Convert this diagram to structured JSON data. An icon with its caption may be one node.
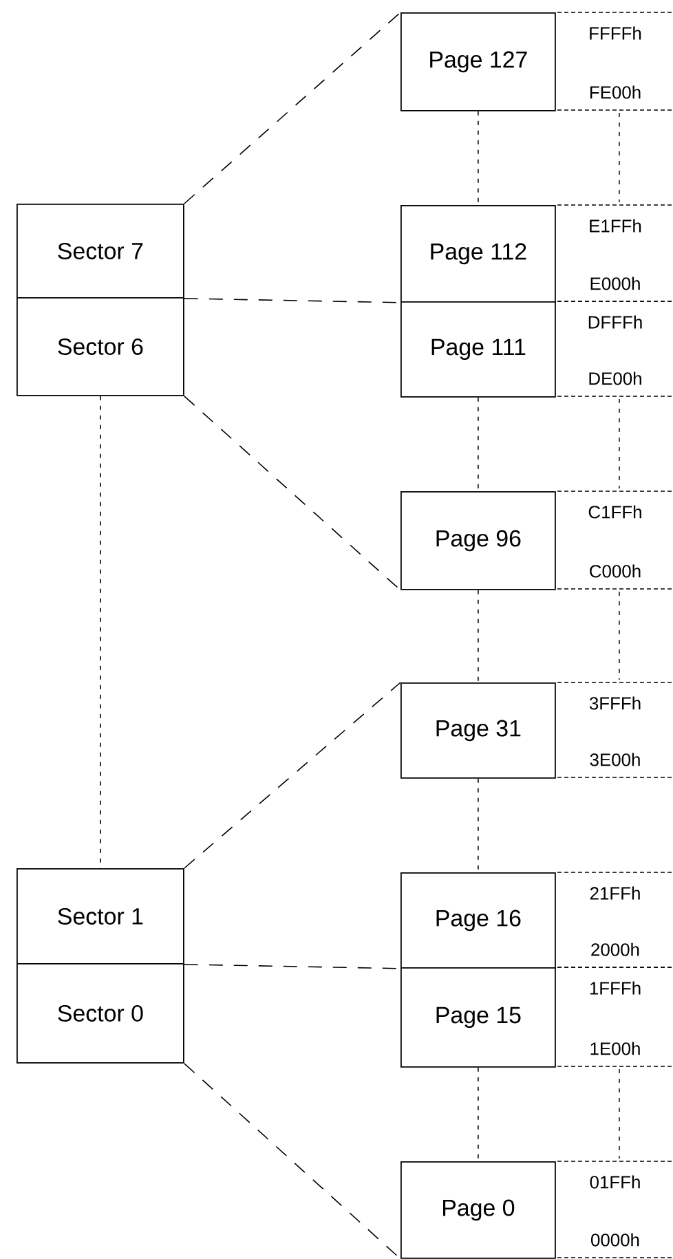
{
  "diagram": {
    "nodes": [
      {
        "text": [
          "Sector 7"
        ]
      },
      {
        "text": [
          "Sector 6"
        ]
      },
      {
        "text": [
          "Sector 1"
        ]
      },
      {
        "text": [
          "Sector 0"
        ]
      },
      {
        "text": [
          "Page 127"
        ],
        "beside": [
          "FFFFh",
          "FE00h"
        ]
      },
      {
        "text": [
          "Page 112"
        ],
        "beside": [
          "E1FFh",
          "E000h"
        ]
      },
      {
        "text": [
          "Page 111"
        ],
        "beside": [
          "DFFFh",
          "DE00h"
        ]
      },
      {
        "text": [
          "Page 96"
        ],
        "beside": [
          "C1FFh",
          "C000h"
        ]
      },
      {
        "text": [
          "Page 31"
        ],
        "beside": [
          "3FFFh",
          "3E00h"
        ]
      },
      {
        "text": [
          "Page 16"
        ],
        "beside": [
          "21FFh",
          "2000h"
        ]
      },
      {
        "text": [
          "Page 15"
        ],
        "beside": [
          "1FFFh",
          "1E00h"
        ]
      },
      {
        "text": [
          "Page 0"
        ],
        "beside": [
          "01FFh",
          "0000h"
        ]
      }
    ],
    "edges": [
      {
        "from": 0,
        "to": 4,
        "arrow": "none",
        "style": "dashed"
      },
      {
        "from": 0,
        "to": 5,
        "arrow": "none",
        "style": "dashed"
      },
      {
        "from": 1,
        "to": 7,
        "arrow": "none",
        "style": "dashed"
      },
      {
        "from": 2,
        "to": 8,
        "arrow": "none",
        "style": "dashed"
      },
      {
        "from": 2,
        "to": 9,
        "arrow": "none",
        "style": "dashed"
      },
      {
        "from": 3,
        "to": 11,
        "arrow": "none",
        "style": "dashed"
      },
      {
        "from": 1,
        "to": 2,
        "arrow": "none"
      },
      {
        "from": 4,
        "to": 5,
        "arrow": "none"
      },
      {
        "from": 6,
        "to": 7,
        "arrow": "none"
      },
      {
        "from": 7,
        "to": 8,
        "arrow": "none"
      },
      {
        "from": 8,
        "to": 9,
        "arrow": "none"
      },
      {
        "from": 10,
        "to": 11,
        "arrow": "none"
      }
    ]
  }
}
